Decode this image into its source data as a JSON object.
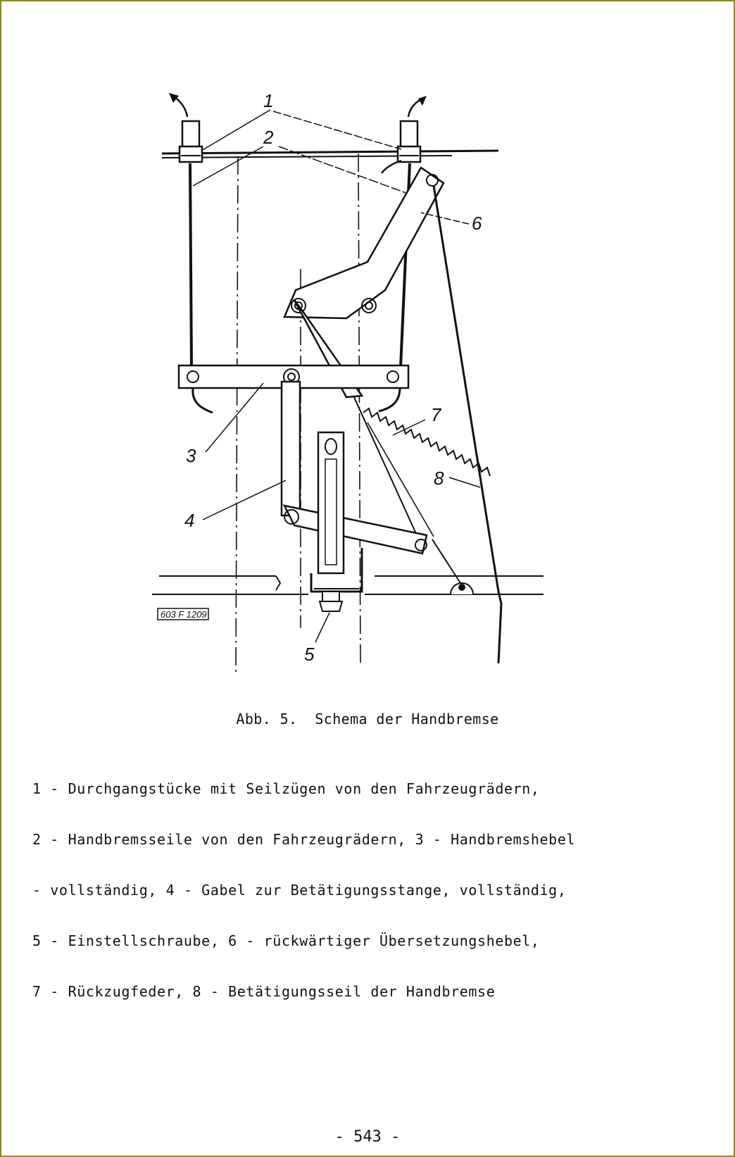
{
  "figure": {
    "labels": [
      "1",
      "2",
      "3",
      "4",
      "5",
      "6",
      "7",
      "8"
    ],
    "drawing_code": "603 F 1209"
  },
  "caption": "Abb. 5.  Schema der Handbremse",
  "legend_lines": [
    "1 - Durchgangstücke mit Seilzügen von den Fahrzeugrädern,",
    "2 - Handbremsseile von den Fahrzeugrädern, 3 - Handbremshebel",
    "- vollständig, 4 - Gabel zur Betätigungsstange, vollständig,",
    "5 - Einstellschraube, 6 - rückwärtiger Übersetzungshebel,",
    "7 - Rückzugfeder, 8 - Betätigungsseil der Handbremse"
  ],
  "page_number": "- 543 -"
}
